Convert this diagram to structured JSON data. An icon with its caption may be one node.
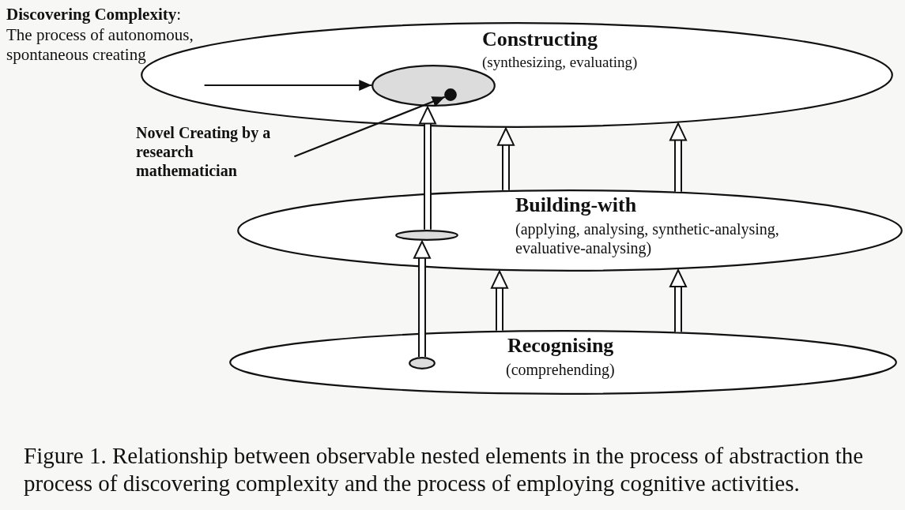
{
  "diagram": {
    "caption": "Figure 1. Relationship between observable nested elements in the process of abstraction the process of discovering complexity and the process of employing cognitive activities.",
    "nodes": [
      {
        "text": [
          "Constructing",
          "(synthesizing, evaluating)"
        ]
      },
      {
        "text": [],
        "shape": "ellipse",
        "in": 0
      },
      {
        "text": [],
        "shape": "circle",
        "in": 1
      },
      {
        "text": [
          "Building-with",
          "(applying, analysing, synthetic-analysing, evaluative-analysing)"
        ]
      },
      {
        "text": [],
        "shape": "ellipse",
        "in": 3
      },
      {
        "text": [
          "Recognising",
          "(comprehending)"
        ]
      },
      {
        "text": [],
        "shape": "ellipse",
        "in": 5
      },
      {
        "text": [
          "**Discovering Complexity**:",
          "The process of autonomous, spontaneous creating"
        ]
      },
      {
        "text": [
          "Novel Creating by a research mathematician"
        ]
      }
    ],
    "edges": [
      {
        "from": 7,
        "to": 1,
        "arrow": "to"
      },
      {
        "from": 8,
        "to": 2,
        "arrow": "to"
      },
      {
        "from": 6,
        "to": 4,
        "arrow": "to",
        "style": "thick"
      },
      {
        "from": 5,
        "to": 3,
        "arrow": "to",
        "style": "thick"
      },
      {
        "from": 5,
        "to": 3,
        "arrow": "to",
        "style": "thick"
      },
      {
        "from": 4,
        "to": 1,
        "arrow": "to",
        "style": "thick"
      },
      {
        "from": 3,
        "to": 0,
        "arrow": "to",
        "style": "thick"
      },
      {
        "from": 3,
        "to": 0,
        "arrow": "to",
        "style": "thick"
      }
    ]
  }
}
